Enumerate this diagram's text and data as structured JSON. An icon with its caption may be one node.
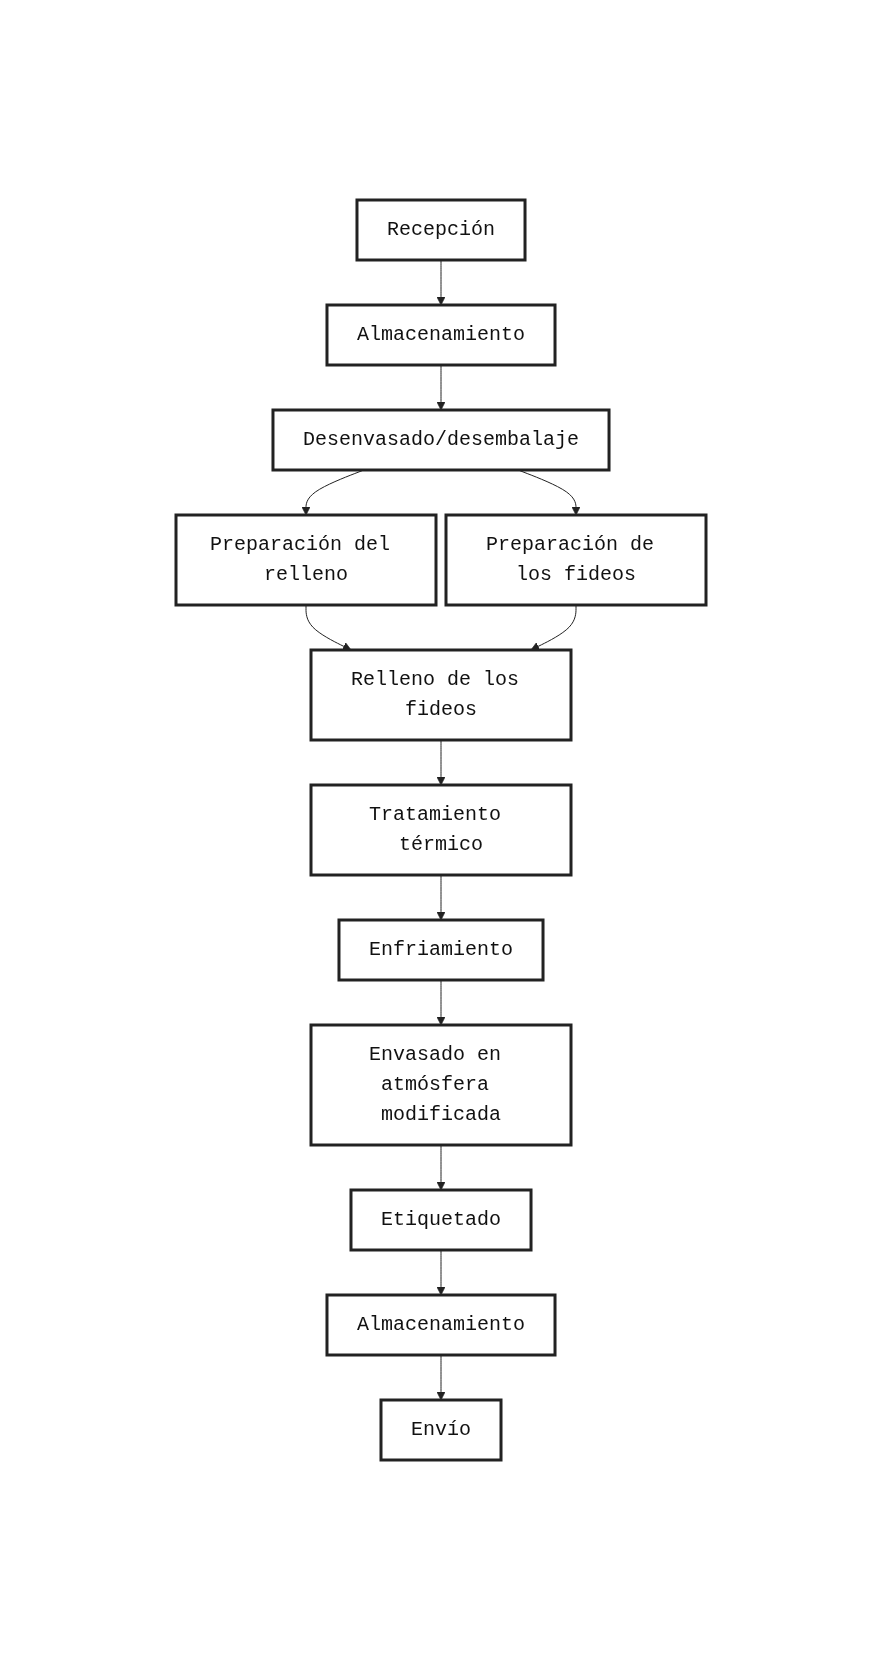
{
  "diagram": {
    "nodes": [
      {
        "text": [
          "Recepción"
        ]
      },
      {
        "text": [
          "Almacenamiento"
        ]
      },
      {
        "text": [
          "Desenvasado/desembalaje"
        ]
      },
      {
        "text": [
          "Preparación del relleno"
        ]
      },
      {
        "text": [
          "Preparación de los fideos"
        ]
      },
      {
        "text": [
          "Relleno de los fideos"
        ]
      },
      {
        "text": [
          "Tratamiento térmico"
        ]
      },
      {
        "text": [
          "Enfriamiento"
        ]
      },
      {
        "text": [
          "Envasado en atmósfera modificada"
        ]
      },
      {
        "text": [
          "Etiquetado"
        ]
      },
      {
        "text": [
          "Almacenamiento"
        ]
      },
      {
        "text": [
          "Envío"
        ]
      }
    ],
    "edges": [
      {
        "from": 0,
        "to": 1,
        "arrow": "to"
      },
      {
        "from": 1,
        "to": 2,
        "arrow": "to"
      },
      {
        "from": 2,
        "to": 3,
        "arrow": "to"
      },
      {
        "from": 2,
        "to": 4,
        "arrow": "to"
      },
      {
        "from": 3,
        "to": 5,
        "arrow": "to"
      },
      {
        "from": 4,
        "to": 5,
        "arrow": "to"
      },
      {
        "from": 5,
        "to": 6,
        "arrow": "to"
      },
      {
        "from": 6,
        "to": 7,
        "arrow": "to"
      },
      {
        "from": 7,
        "to": 8,
        "arrow": "to"
      },
      {
        "from": 8,
        "to": 9,
        "arrow": "to"
      },
      {
        "from": 9,
        "to": 10,
        "arrow": "to"
      },
      {
        "from": 10,
        "to": 11,
        "arrow": "to"
      }
    ]
  }
}
